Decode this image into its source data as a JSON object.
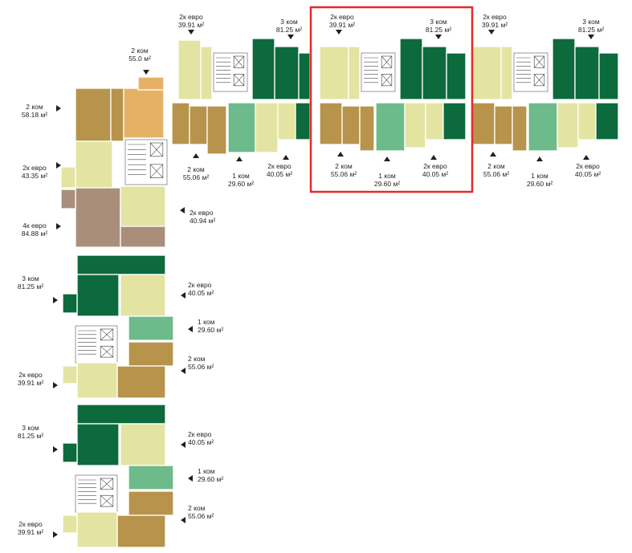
{
  "colors": {
    "dark_green": "#0c6a3d",
    "light_green": "#6dbb8b",
    "cream": "#e3e4a2",
    "ochre": "#b8934b",
    "orange": "#e5b265",
    "taupe": "#a98f7b",
    "highlight": "#e22b2b",
    "core": "#ffffff"
  },
  "highlight_label": "selected-section",
  "units": [
    {
      "type": "2к евро",
      "area": "39.91 м²"
    },
    {
      "type": "3 ком",
      "area": "81.25 м²"
    },
    {
      "type": "2 ком",
      "area": "55.06 м²"
    },
    {
      "type": "1 ком",
      "area": "29.60 м²"
    },
    {
      "type": "2к евро",
      "area": "40.05 м²"
    },
    {
      "type": "2 ком",
      "area": "55.0 м²"
    },
    {
      "type": "2 ком",
      "area": "58.18 м²"
    },
    {
      "type": "2к евро",
      "area": "43.35 м²"
    },
    {
      "type": "4к евро",
      "area": "84.88 м²"
    },
    {
      "type": "2к евро",
      "area": "40.94 м²"
    }
  ]
}
